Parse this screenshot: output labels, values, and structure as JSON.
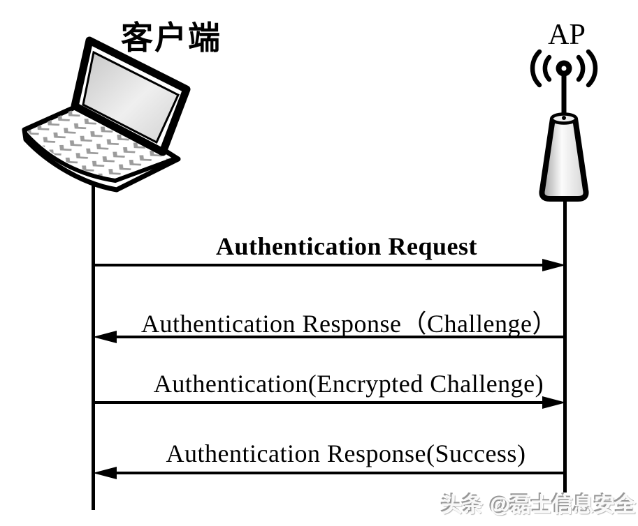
{
  "diagram": {
    "type": "sequence-diagram",
    "client_label": "客户端",
    "ap_label": "AP",
    "messages": [
      {
        "label": "Authentication Request",
        "direction": "left-to-right",
        "from": "client",
        "to": "ap"
      },
      {
        "label": "Authentication Response（Challenge）",
        "direction": "right-to-left",
        "from": "ap",
        "to": "client"
      },
      {
        "label": "Authentication(Encrypted Challenge)",
        "direction": "left-to-right",
        "from": "client",
        "to": "ap"
      },
      {
        "label": "Authentication Response(Success)",
        "direction": "right-to-left",
        "from": "ap",
        "to": "client"
      }
    ],
    "watermark": "头条 @磊士信息安全",
    "colors": {
      "ink": "#000000",
      "background": "#ffffff",
      "key_gray": "#9c9c9c",
      "screen_gray": "#d9d9d9",
      "watermark_gray": "#979797"
    }
  }
}
